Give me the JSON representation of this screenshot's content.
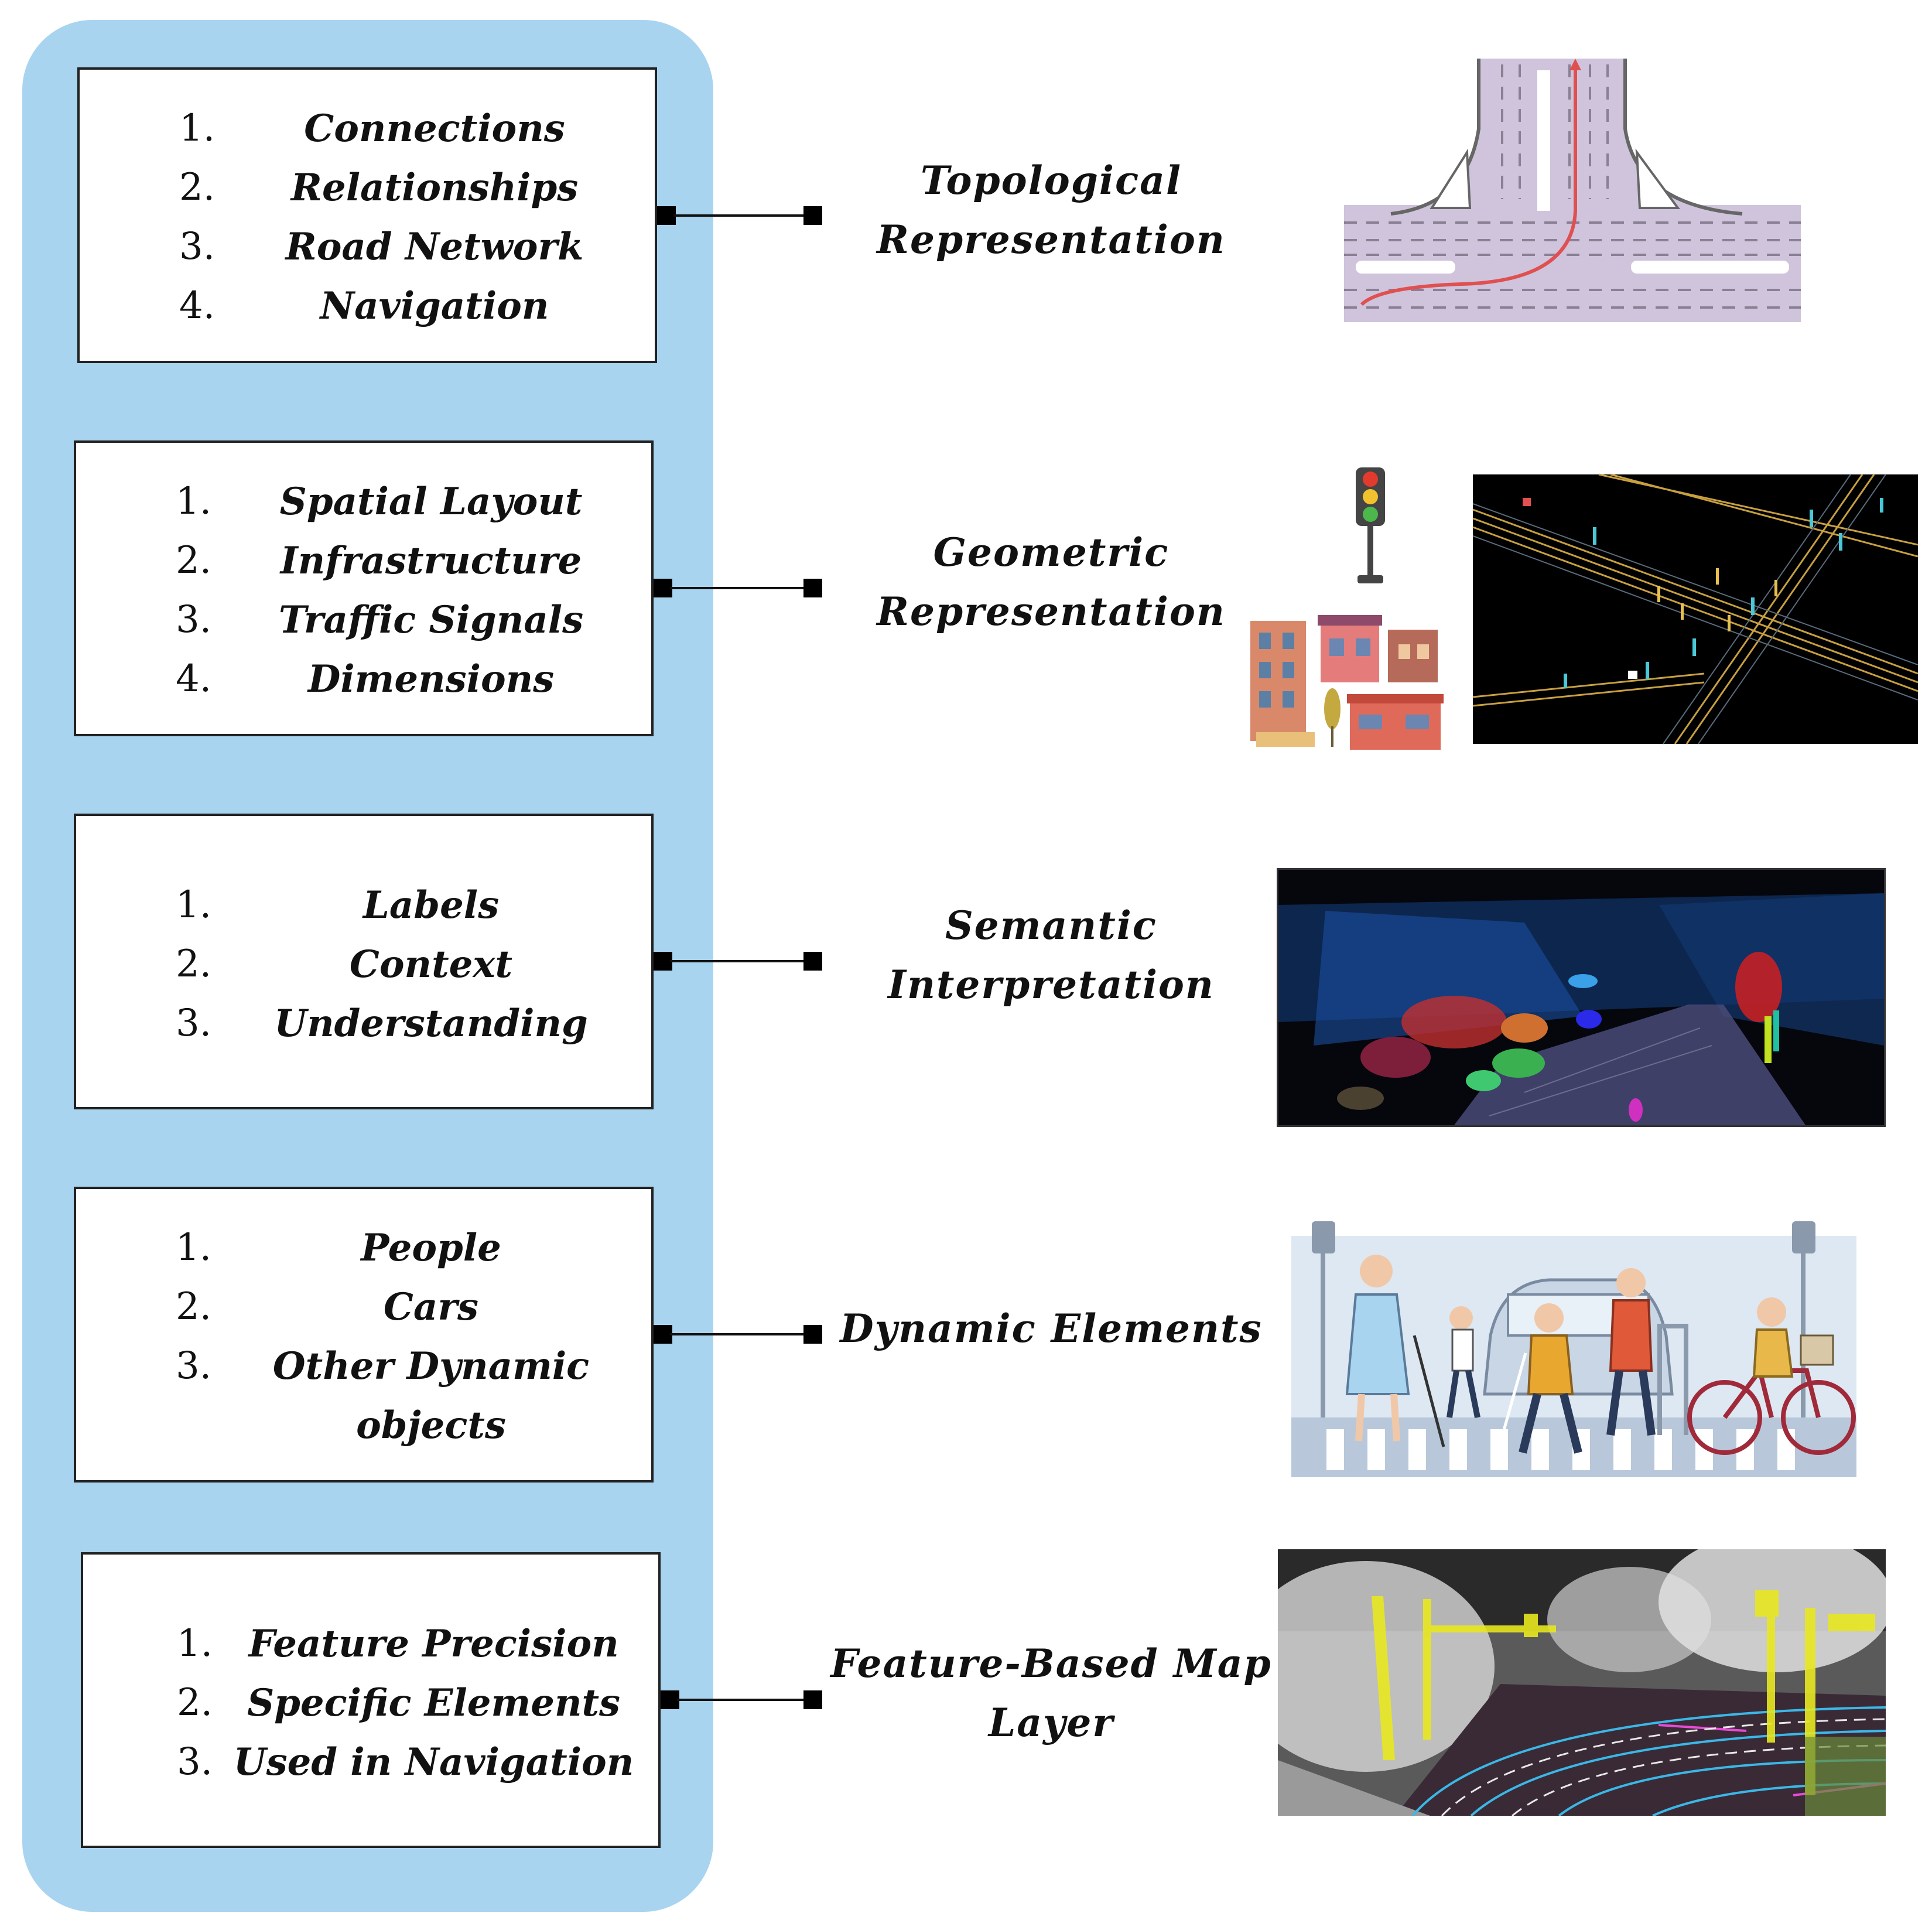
{
  "rows": [
    {
      "items": [
        {
          "num": "1.",
          "text": "Connections"
        },
        {
          "num": "2.",
          "text": "Relationships"
        },
        {
          "num": "3.",
          "text": "Road Network"
        },
        {
          "num": "4.",
          "text": "Navigation"
        }
      ],
      "label_lines": [
        "Topological",
        "Representation"
      ],
      "image_icon": "road-intersection-map-icon"
    },
    {
      "items": [
        {
          "num": "1.",
          "text": "Spatial Layout"
        },
        {
          "num": "2.",
          "text": "Infrastructure"
        },
        {
          "num": "3.",
          "text": "Traffic Signals"
        },
        {
          "num": "4.",
          "text": "Dimensions"
        }
      ],
      "label_lines": [
        "Geometric",
        "Representation"
      ],
      "image_icon": "traffic-light-buildings-and-geometric-map-icon"
    },
    {
      "items": [
        {
          "num": "1.",
          "text": "Labels"
        },
        {
          "num": "2.",
          "text": "Context"
        },
        {
          "num": "3.",
          "text": "Understanding"
        }
      ],
      "label_lines": [
        "Semantic",
        "Interpretation"
      ],
      "image_icon": "semantic-point-cloud-icon"
    },
    {
      "items": [
        {
          "num": "1.",
          "text": "People"
        },
        {
          "num": "2.",
          "text": "Cars"
        },
        {
          "num": "3.",
          "text": "Other Dynamic"
        },
        {
          "num": "",
          "text": "objects"
        }
      ],
      "label_lines": [
        "Dynamic Elements"
      ],
      "image_icon": "pedestrians-crosswalk-illustration-icon"
    },
    {
      "items": [
        {
          "num": "1.",
          "text": "Feature Precision"
        },
        {
          "num": "2.",
          "text": "Specific Elements"
        },
        {
          "num": "3.",
          "text": "Used in Navigation"
        }
      ],
      "label_lines": [
        "Feature-Based Map",
        "Layer"
      ],
      "image_icon": "feature-map-lidar-overlay-icon"
    }
  ],
  "colors": {
    "panel": "#a8d4f0",
    "box_border": "#222222",
    "road_purple": "#cfc4dc",
    "route_red": "#e05050"
  }
}
